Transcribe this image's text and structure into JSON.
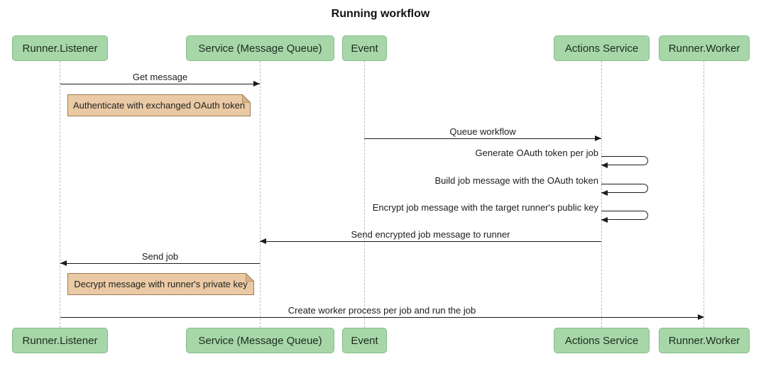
{
  "title": "Running workflow",
  "participants": [
    {
      "label": "Runner.Listener"
    },
    {
      "label": "Service (Message Queue)"
    },
    {
      "label": "Event"
    },
    {
      "label": "Actions Service"
    },
    {
      "label": "Runner.Worker"
    }
  ],
  "messages": [
    {
      "label": "Get message",
      "from": "Runner.Listener",
      "to": "Service (Message Queue)"
    },
    {
      "label": "Queue workflow",
      "from": "Event",
      "to": "Actions Service"
    },
    {
      "label": "Generate OAuth token per job",
      "from": "Actions Service",
      "to": "Actions Service"
    },
    {
      "label": "Build job message with the OAuth token",
      "from": "Actions Service",
      "to": "Actions Service"
    },
    {
      "label": "Encrypt job message with the target runner's public key",
      "from": "Actions Service",
      "to": "Actions Service"
    },
    {
      "label": "Send encrypted job message to runner",
      "from": "Actions Service",
      "to": "Service (Message Queue)"
    },
    {
      "label": "Send job",
      "from": "Service (Message Queue)",
      "to": "Runner.Listener"
    },
    {
      "label": "Create worker process per job and run the job",
      "from": "Runner.Listener",
      "to": "Runner.Worker"
    }
  ],
  "notes": [
    {
      "label": "Authenticate with exchanged OAuth token"
    },
    {
      "label": "Decrypt message with runner's private key"
    }
  ],
  "colors": {
    "participant_fill": "#A7D7A9",
    "participant_border": "#85BB87",
    "note_fill": "#EACAA4",
    "note_border": "#9C7B4F",
    "note_fold": "#D9B286",
    "lifeline": "#BDBDBD",
    "line": "#1B1B1B"
  }
}
